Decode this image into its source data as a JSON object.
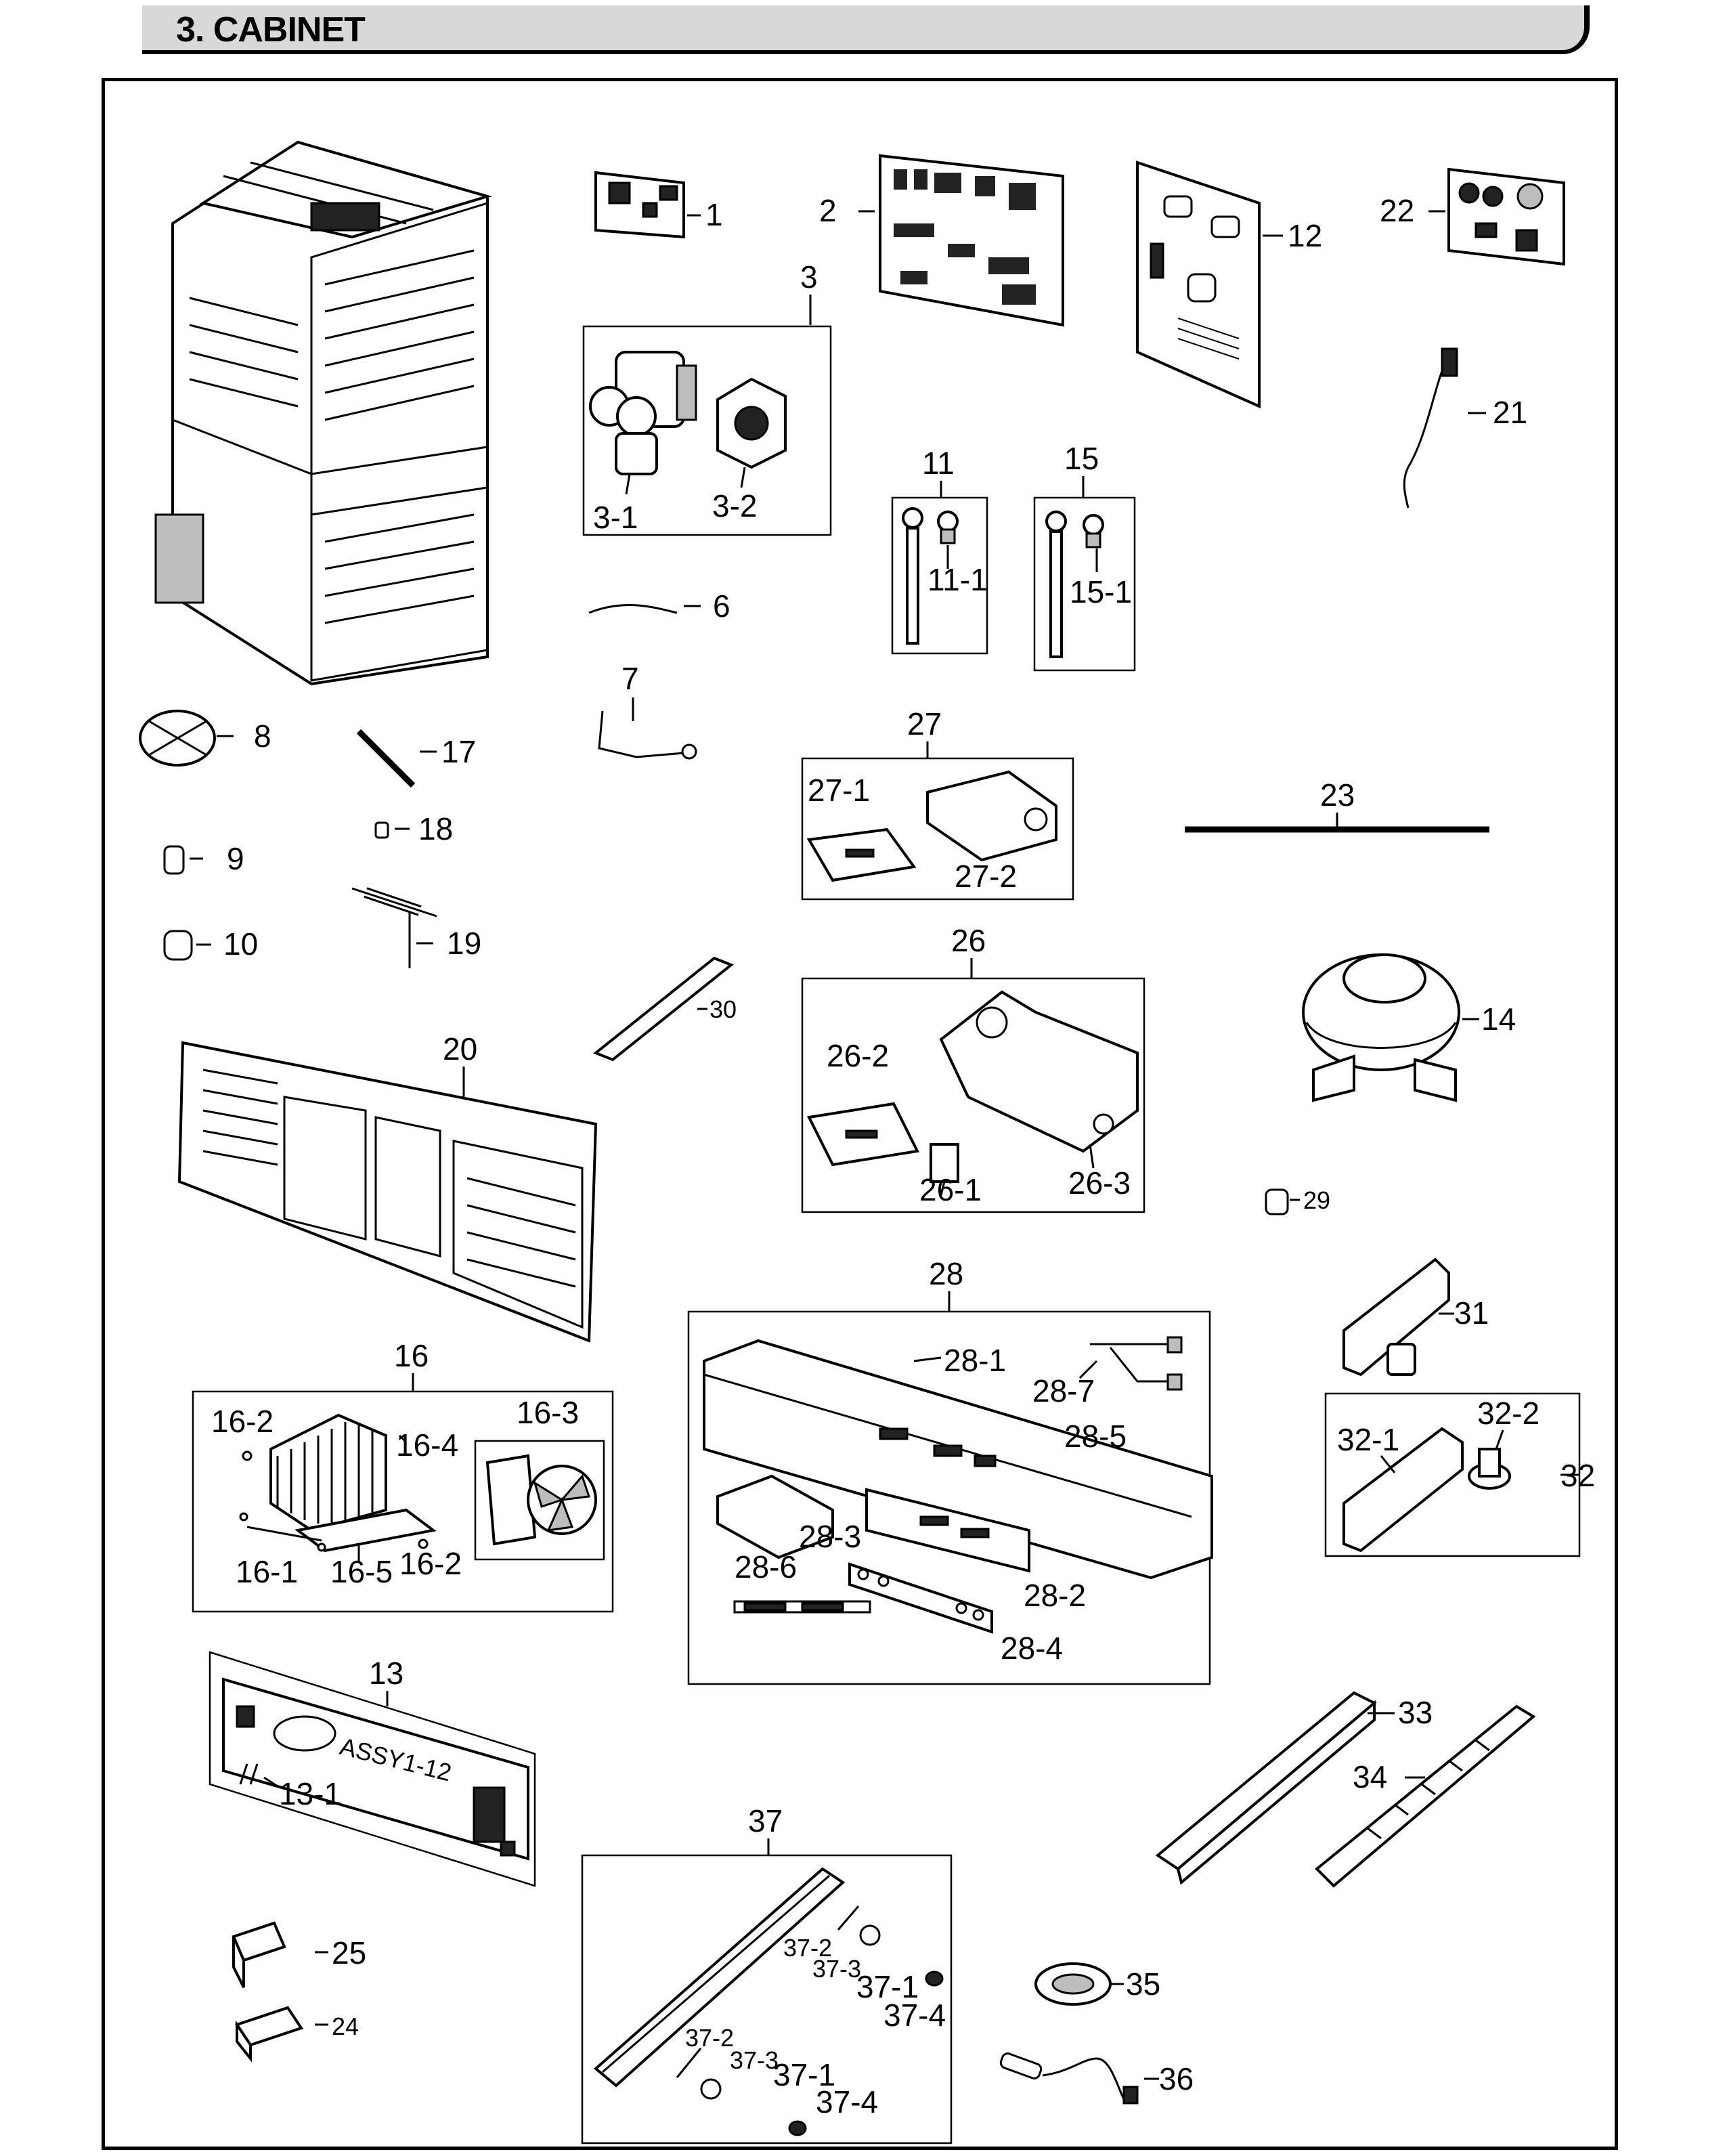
{
  "header": {
    "title": "3. CABINET"
  },
  "callouts": {
    "c1": "1",
    "c2": "2",
    "c3": "3",
    "c3_1": "3-1",
    "c3_2": "3-2",
    "c6": "6",
    "c7": "7",
    "c8": "8",
    "c9": "9",
    "c10": "10",
    "c11": "11",
    "c11_1": "11-1",
    "c12": "12",
    "c13": "13",
    "c13_1": "13-1",
    "c14": "14",
    "c15": "15",
    "c15_1": "15-1",
    "c16": "16",
    "c16_1": "16-1",
    "c16_2a": "16-2",
    "c16_2b": "16-2",
    "c16_3": "16-3",
    "c16_4": "16-4",
    "c16_5": "16-5",
    "c17": "17",
    "c18": "18",
    "c19": "19",
    "c20": "20",
    "c21": "21",
    "c22": "22",
    "c23": "23",
    "c24": "24",
    "c25": "25",
    "c26": "26",
    "c26_1": "26-1",
    "c26_2": "26-2",
    "c26_3": "26-3",
    "c27": "27",
    "c27_1": "27-1",
    "c27_2": "27-2",
    "c28": "28",
    "c28_1": "28-1",
    "c28_2": "28-2",
    "c28_3": "28-3",
    "c28_4": "28-4",
    "c28_5": "28-5",
    "c28_6": "28-6",
    "c28_7": "28-7",
    "c29": "29",
    "c30": "30",
    "c31": "31",
    "c32": "32",
    "c32_1": "32-1",
    "c32_2": "32-2",
    "c33": "33",
    "c34": "34",
    "c35": "35",
    "c36": "36",
    "c37": "37",
    "c37_1a": "37-1",
    "c37_2a": "37-2",
    "c37_3a": "37-3",
    "c37_4a": "37-4",
    "c37_1b": "37-1",
    "c37_2b": "37-2",
    "c37_3b": "37-3",
    "c37_4b": "37-4"
  },
  "pcb_marks": {
    "p13": "ASSY1-12"
  }
}
